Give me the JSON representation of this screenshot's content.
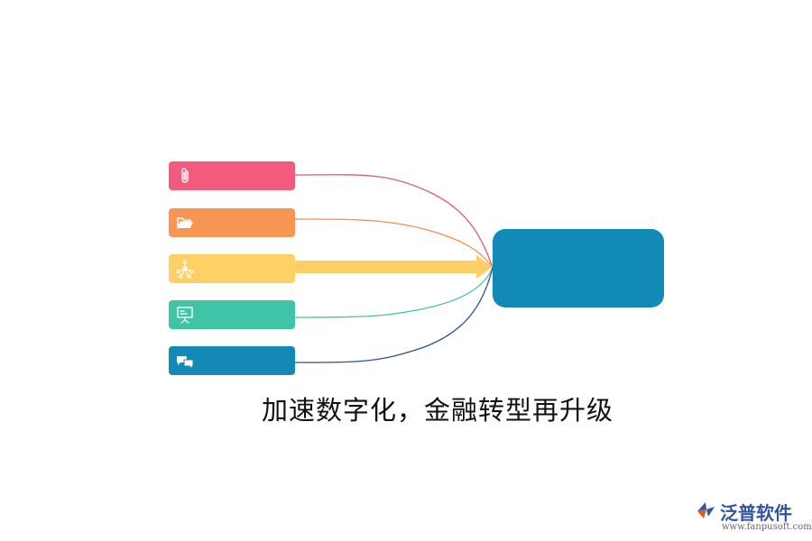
{
  "diagram": {
    "caption": "加速数字化，金融转型再升级",
    "hub": {
      "label": "",
      "color": "#128ab6"
    },
    "nodes": [
      {
        "label": "",
        "icon": "paperclip-icon",
        "color": "#f25b7e",
        "line_color": "#e05a7a"
      },
      {
        "label": "",
        "icon": "folder-open-icon",
        "color": "#f89555",
        "line_color": "#f0904f"
      },
      {
        "label": "",
        "icon": "network-icon",
        "color": "#ffd065",
        "line_color": "#ffcf66"
      },
      {
        "label": "",
        "icon": "presentation-board-icon",
        "color": "#40c4a7",
        "line_color": "#4cc3a5"
      },
      {
        "label": "",
        "icon": "chat-bubbles-icon",
        "color": "#1589b6",
        "line_color": "#2d4f94"
      }
    ]
  },
  "logo": {
    "name": "泛普软件",
    "url": "www.fanpusoft.com",
    "colors": {
      "primary": "#2f55a4",
      "accent": "#e05a2a"
    }
  }
}
